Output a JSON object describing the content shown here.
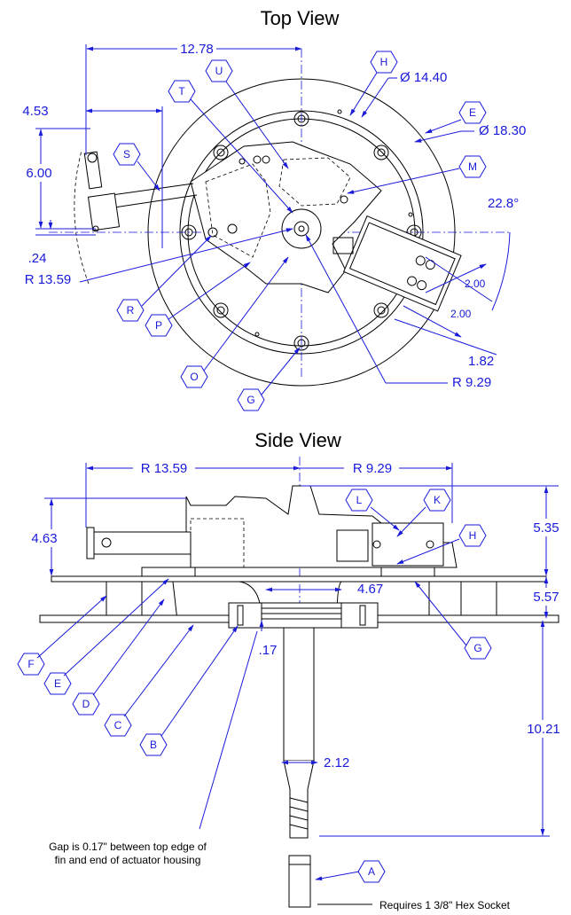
{
  "titles": {
    "top": "Top View",
    "side": "Side View"
  },
  "top_dims": {
    "d1278": "12.78",
    "d453": "4.53",
    "d600": "6.00",
    "d024": ".24",
    "r1359": "R 13.59",
    "dia1440": "Ø 14.40",
    "dia1830": "Ø 18.30",
    "ang": "22.8°",
    "d200a": "2.00",
    "d200b": "2.00",
    "d182": "1.82",
    "r929": "R 9.29"
  },
  "side_dims": {
    "r1359": "R 13.59",
    "r929": "R 9.29",
    "d463": "4.63",
    "d535": "5.35",
    "d557": "5.57",
    "d467": "4.67",
    "d017": ".17",
    "d212": "2.12",
    "d1021": "10.21"
  },
  "labels": {
    "H": "H",
    "E": "E",
    "U": "U",
    "T": "T",
    "S": "S",
    "M": "M",
    "R": "R",
    "P": "P",
    "O": "O",
    "G": "G",
    "L": "L",
    "K": "K",
    "H2": "H",
    "F": "F",
    "E2": "E",
    "D": "D",
    "C": "C",
    "B": "B",
    "G2": "G",
    "A": "A"
  },
  "notes": {
    "gap1": "Gap is 0.17\" between top edge of",
    "gap2": "fin and end of actuator housing",
    "hex": "Requires 1 3/8\" Hex Socket"
  }
}
